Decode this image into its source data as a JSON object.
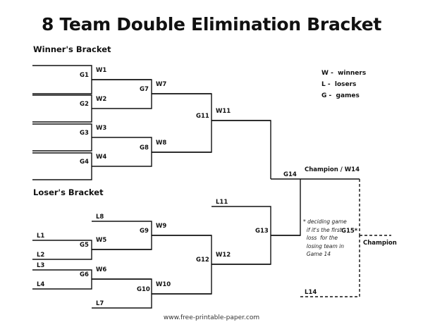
{
  "title": "8 Team Double Elimination Bracket",
  "sections": {
    "winners": "Winner's Bracket",
    "losers": "Loser's Bracket"
  },
  "legend": [
    {
      "key": "W",
      "text": " -  winners"
    },
    {
      "key": "L",
      "text": " -  losers"
    },
    {
      "key": "G",
      "text": " -  games"
    }
  ],
  "labels": {
    "G1": "G1",
    "G2": "G2",
    "G3": "G3",
    "G4": "G4",
    "W1": "W1",
    "W2": "W2",
    "W3": "W3",
    "W4": "W4",
    "G7": "G7",
    "G8": "G8",
    "W7": "W7",
    "W8": "W8",
    "G11": "G11",
    "W11": "W11",
    "G14": "G14",
    "champion_w14": "Champion / W14",
    "L8": "L8",
    "G9": "G9",
    "W9": "W9",
    "L1": "L1",
    "G5": "G5",
    "W5": "W5",
    "L2": "L2",
    "L3": "L3",
    "G6": "G6",
    "W6": "W6",
    "L4": "L4",
    "G10": "G10",
    "W10": "W10",
    "L7": "L7",
    "G12": "G12",
    "W12": "W12",
    "L11": "L11",
    "G13": "G13",
    "G15": "G15*",
    "L14": "L14",
    "champion": "Champion"
  },
  "note": [
    "* deciding game",
    "  if it's the first",
    "  loss  for the",
    "  losing team in",
    "  Game 14"
  ],
  "footer": "www.free-printable-paper.com"
}
